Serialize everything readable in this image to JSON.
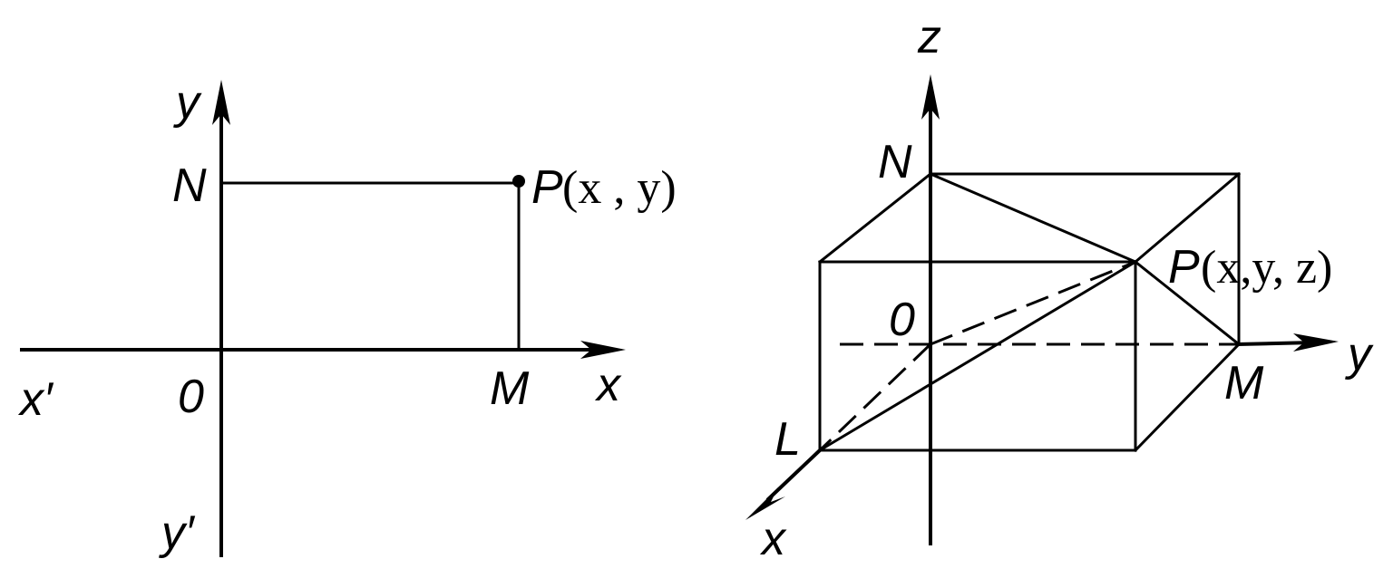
{
  "diagram_2d": {
    "labels": {
      "y_axis": "y",
      "x_axis": "x",
      "x_neg": "x′",
      "y_neg": "y′",
      "origin": "0",
      "n": "N",
      "m": "M",
      "p_letter": "P",
      "p_coords": "(x , y)"
    }
  },
  "diagram_3d": {
    "labels": {
      "z_axis": "z",
      "y_axis": "y",
      "x_axis": "x",
      "origin": "0",
      "n": "N",
      "m": "M",
      "l": "L",
      "p_letter": "P",
      "p_coords": "(x,y, z)"
    }
  },
  "colors": {
    "stroke": "#000000",
    "background": "#ffffff"
  }
}
